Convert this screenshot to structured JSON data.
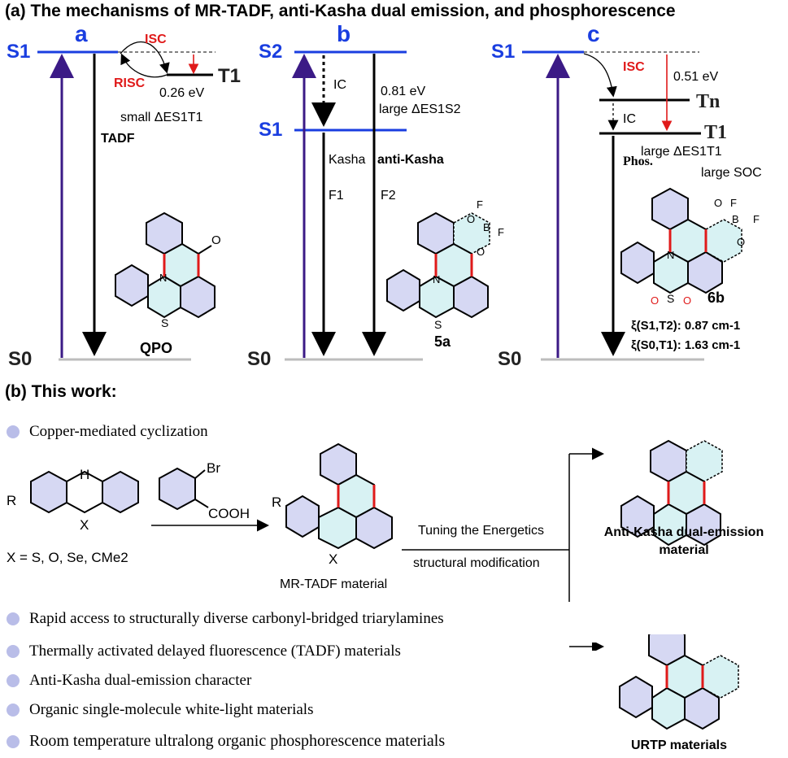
{
  "section_a": {
    "title": "(a) The mechanisms of  MR-TADF, anti-Kasha dual emission, and phosphorescence",
    "panel_a": {
      "letter": "a",
      "s1": "S1",
      "t1": "T1",
      "s0": "S0",
      "isc": "ISC",
      "risc": "RISC",
      "gap": "0.26 eV",
      "gap_desc": "small ΔES1T1",
      "emission": "TADF",
      "molecule": "QPO"
    },
    "panel_b": {
      "letter": "b",
      "s2": "S2",
      "s1": "S1",
      "s0": "S0",
      "ic": "IC",
      "gap": "0.81 eV",
      "gap_desc": "large ΔES1S2",
      "kasha": "Kasha",
      "anti_kasha": "anti-Kasha",
      "f1": "F1",
      "f2": "F2",
      "molecule": "5a"
    },
    "panel_c": {
      "letter": "c",
      "s1": "S1",
      "tn": "Tn",
      "t1": "T1",
      "s0": "S0",
      "isc": "ISC",
      "ic": "IC",
      "gap": "0.51 eV",
      "gap_desc": "large ΔES1T1",
      "soc": "large SOC",
      "emission": "Phos.",
      "molecule": "6b",
      "xi1": "ξ(S1,T2): 0.87 cm-1",
      "xi2": "ξ(S0,T1): 1.63 cm-1"
    }
  },
  "section_b": {
    "title": "(b) This work:",
    "bullets": [
      "Copper-mediated cyclization",
      "Rapid access to structurally diverse carbonyl-bridged triarylamines",
      "Thermally activated delayed fluorescence (TADF) materials",
      "Anti-Kasha dual-emission character",
      "Organic single-molecule white-light materials",
      "Room temperature ultralong organic phosphorescence materials"
    ],
    "scheme": {
      "substituent_r": "R",
      "heteroatom_x": "X",
      "nh": "H",
      "scope": "X = S, O, Se, CMe2",
      "reagent_br": "Br",
      "reagent_acid": "COOH",
      "product_label": "MR-TADF material",
      "arrow_top": "Tuning the Energetics",
      "arrow_bottom": "structural modification",
      "product1_label": "Anti-Kasha dual-emission material",
      "product2_label": "URTP materials"
    }
  },
  "colors": {
    "level_blue": "#1a3ee0",
    "absorption_arrow": "#3b1a86",
    "highlight_red": "#e01a1a",
    "ring_fill_lilac": "#d6d8f3",
    "ring_fill_cyan": "#d8f2f3",
    "ground_gray": "#bdbdbd"
  }
}
